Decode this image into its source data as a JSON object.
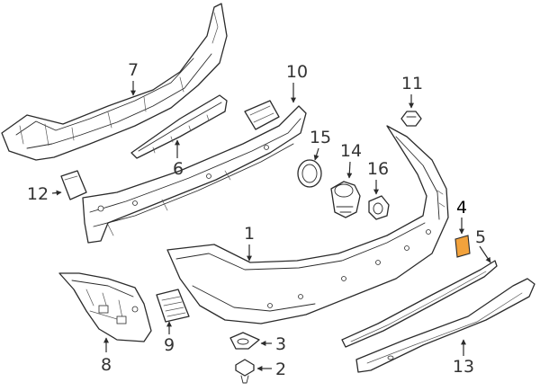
{
  "colors": {
    "line": "#2b2b2b",
    "highlight": "#f2a23c",
    "callout_text": "#333333"
  },
  "callouts": {
    "c1": "1",
    "c2": "2",
    "c3": "3",
    "c4": "4",
    "c5": "5",
    "c6": "6",
    "c7": "7",
    "c8": "8",
    "c9": "9",
    "c10": "10",
    "c11": "11",
    "c12": "12",
    "c13": "13",
    "c14": "14",
    "c15": "15",
    "c16": "16"
  }
}
